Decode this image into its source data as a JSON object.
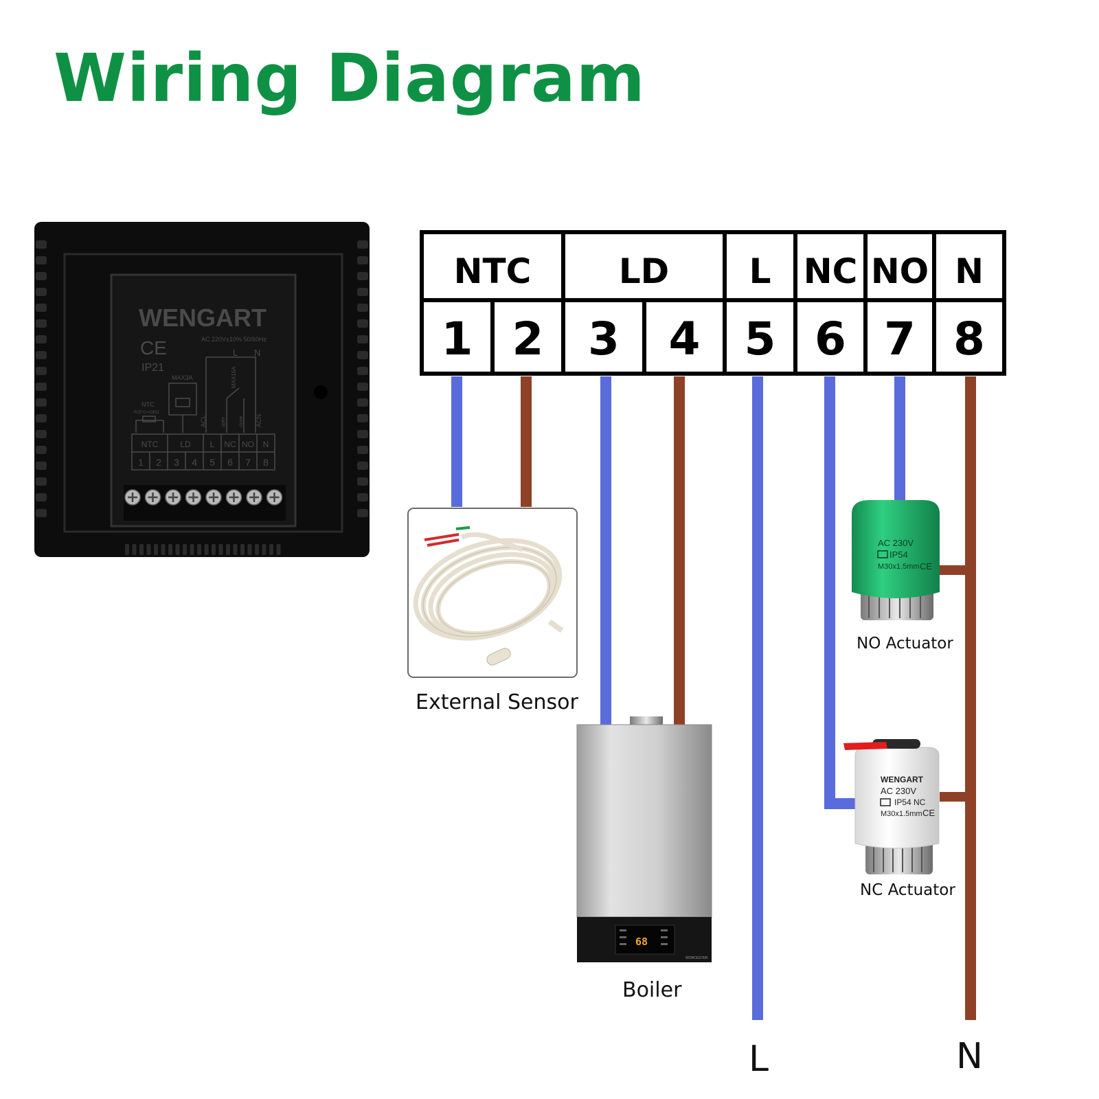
{
  "title": "Wiring Diagram",
  "device_back": {
    "brand": "WENGART",
    "ce": "CE",
    "ip": "IP21",
    "rating": "AC 220V±10% 50/60Hz",
    "max3a": "MAX3A",
    "max16a": "MAX16A",
    "ntc_note": "NTC",
    "ntc_spec": "R25°C=10KΩ",
    "terminal_groups": [
      "NTC",
      "LD",
      "L",
      "NC",
      "NO",
      "N"
    ],
    "terminal_numbers": [
      "1",
      "2",
      "3",
      "4",
      "5",
      "6",
      "7",
      "8"
    ],
    "relay_labels": [
      "ACL",
      "open",
      "close",
      "ACN"
    ],
    "top_LN": [
      "L",
      "N"
    ]
  },
  "terminal_block": {
    "groups": [
      {
        "label": "NTC",
        "span": 2
      },
      {
        "label": "LD",
        "span": 2
      },
      {
        "label": "L",
        "span": 1
      },
      {
        "label": "NC",
        "span": 1
      },
      {
        "label": "NO",
        "span": 1
      },
      {
        "label": "N",
        "span": 1
      }
    ],
    "numbers": [
      "1",
      "2",
      "3",
      "4",
      "5",
      "6",
      "7",
      "8"
    ]
  },
  "components": {
    "sensor": "External Sensor",
    "boiler": "Boiler",
    "no_actuator": "NO Actuator",
    "nc_actuator": "NC Actuator",
    "boiler_display": "68",
    "boiler_brand": "WORCESTER"
  },
  "no_actuator_print": {
    "line1": "AC 230V",
    "line2": "IP54",
    "line3": "M30x1.5mm",
    "ce": "CE"
  },
  "nc_actuator_print": {
    "brand": "WENGART",
    "line1": "AC 230V",
    "line2": "IP54 NC",
    "line3": "M30x1.5mm",
    "ce": "CE"
  },
  "rails": {
    "live": "L",
    "neutral": "N"
  },
  "colors": {
    "title_green": "#0f9145",
    "wire_blue": "#5a6bdc",
    "wire_brown": "#8e4126",
    "actuator_green": "#1fb56a",
    "device_black": "#0d0d0d"
  }
}
